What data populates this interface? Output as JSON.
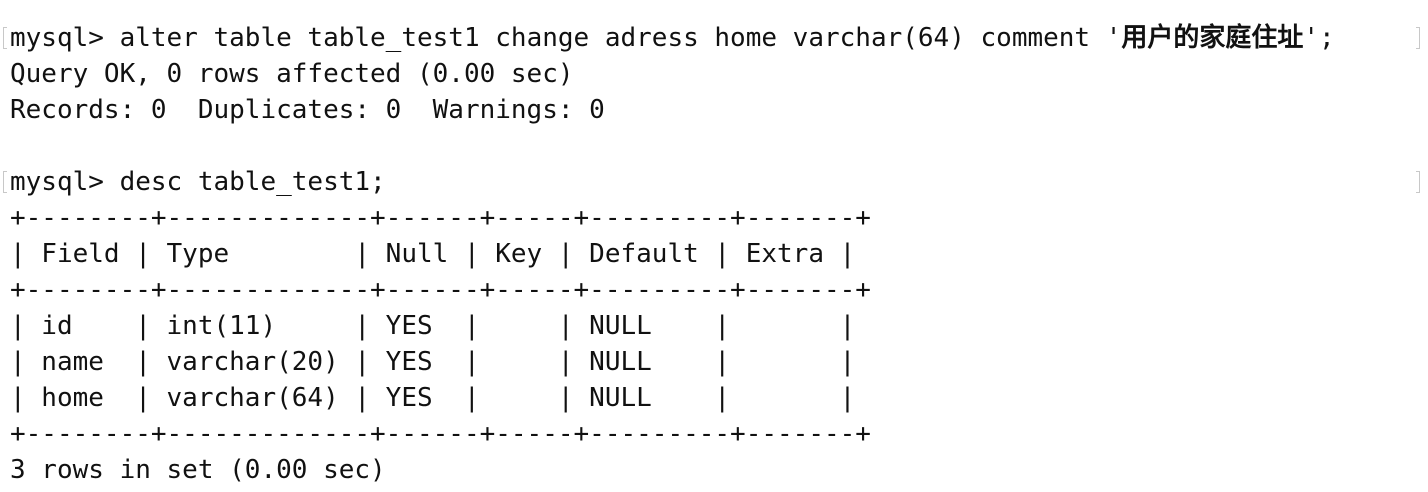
{
  "terminal": {
    "cmd1": {
      "prompt": "mysql> ",
      "pre": "alter table table_test1 change adress home varchar(64) comment '",
      "comment_text": "用户的家庭住址",
      "post": "';"
    },
    "result1": "Query OK, 0 rows affected (0.00 sec)",
    "result1_info": "Records: 0  Duplicates: 0  Warnings: 0",
    "cmd2": {
      "prompt": "mysql> ",
      "text": "desc table_test1;"
    },
    "table": {
      "border": "+--------+-------------+------+-----+---------+-------+",
      "header": "| Field | Type        | Null | Key | Default | Extra |",
      "rows": [
        "| id    | int(11)     | YES  |     | NULL    |       |",
        "| name  | varchar(20) | YES  |     | NULL    |       |",
        "| home  | varchar(64) | YES  |     | NULL    |       |"
      ]
    },
    "footer": "3 rows in set (0.00 sec)"
  }
}
